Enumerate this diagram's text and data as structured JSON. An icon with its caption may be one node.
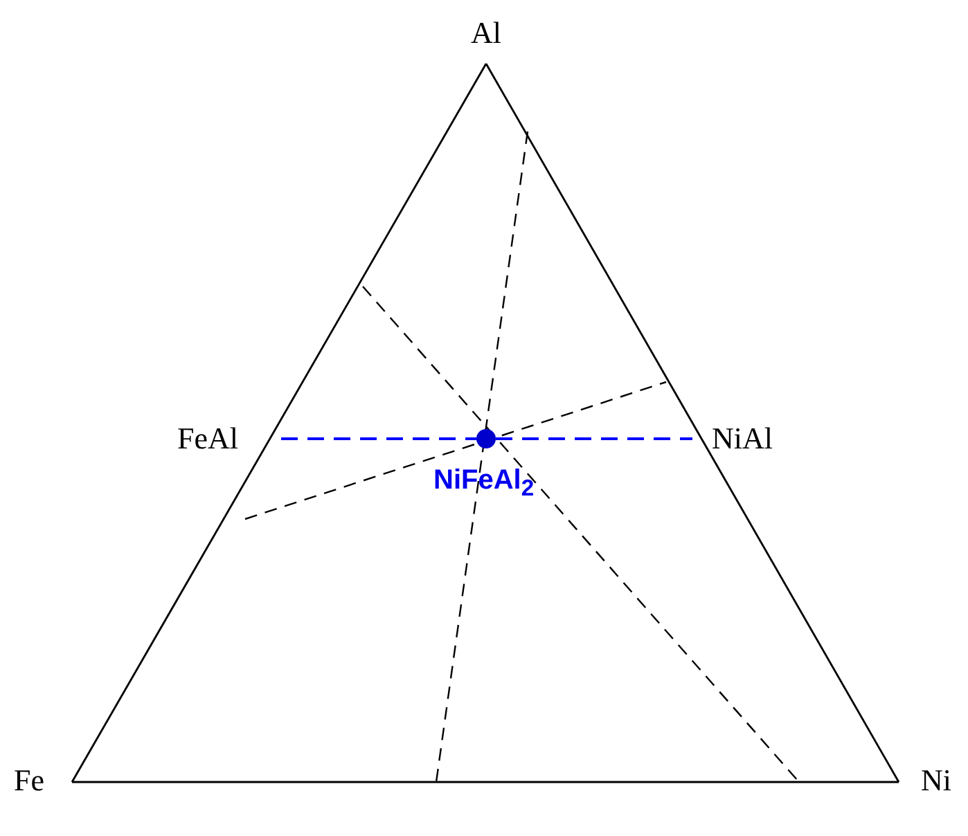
{
  "diagram": {
    "nodes": [
      {
        "text": [
          "Al"
        ]
      },
      {
        "text": [
          "FeAl"
        ]
      },
      {
        "text": [
          "NiAl"
        ]
      },
      {
        "text": [],
        "shape": "circle",
        "beside": [
          "NiFeAl$_{2}$"
        ]
      },
      {
        "text": [
          "Fe"
        ]
      },
      {
        "text": [
          "Ni"
        ]
      }
    ],
    "edges": [
      {
        "from": 4,
        "to": 0,
        "arrow": "none"
      },
      {
        "from": 0,
        "to": 5,
        "arrow": "none"
      },
      {
        "from": 4,
        "to": 5,
        "arrow": "none"
      },
      {
        "from": 1,
        "to": 3,
        "arrow": "none",
        "style": "dashed",
        "color": "#0000ff"
      },
      {
        "from": 3,
        "to": 2,
        "arrow": "none",
        "style": "dashed",
        "color": "#0000ff"
      }
    ]
  }
}
